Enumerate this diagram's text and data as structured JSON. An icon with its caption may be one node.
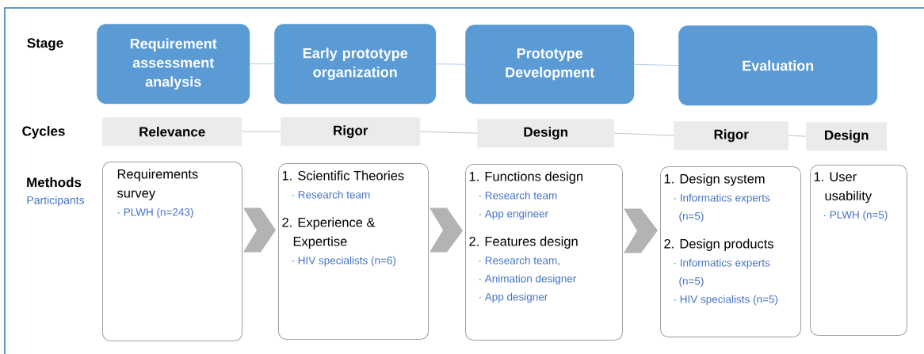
{
  "diagram": {
    "nodes": [
      {
        "text": [
          "Requirement assessment analysis"
        ]
      },
      {
        "text": [
          "Early prototype organization"
        ]
      },
      {
        "text": [
          "Prototype Development"
        ]
      },
      {
        "text": [
          "Evaluation"
        ]
      },
      {
        "text": [
          "Relevance"
        ]
      },
      {
        "text": [
          "Rigor"
        ]
      },
      {
        "text": [
          "Design"
        ]
      },
      {
        "text": [
          "Rigor"
        ]
      },
      {
        "text": [
          "Design"
        ]
      },
      {
        "text": [
          "Requirements survey",
          "· PLWH (n=243)"
        ]
      },
      {
        "text": [
          "1. Scientific Theories",
          "· Research team",
          "2. Experience & Expertise",
          "· HIV specialists (n=6)"
        ]
      },
      {
        "text": [
          "1. Functions design",
          "· Research team",
          "· App engineer",
          "2. Features design",
          "· Research team,",
          "· Animation designer",
          "· App designer"
        ]
      },
      {
        "text": [
          "1. Design system",
          "· Informatics experts (n=5)",
          "2. Design products",
          "· Informatics experts (n=5)",
          "· HIV specialists (n=5)"
        ]
      },
      {
        "text": [
          "1. User usability",
          "· PLWH (n=5)"
        ]
      }
    ],
    "edges": [
      {
        "from": 0,
        "to": 1,
        "arrow": "none",
        "color": "#9dc3e6"
      },
      {
        "from": 1,
        "to": 2,
        "arrow": "none",
        "color": "#9dc3e6"
      },
      {
        "from": 2,
        "to": 3,
        "arrow": "none",
        "color": "#9dc3e6"
      },
      {
        "from": 4,
        "to": 5,
        "arrow": "none"
      },
      {
        "from": 5,
        "to": 6,
        "arrow": "none"
      },
      {
        "from": 6,
        "to": 7,
        "arrow": "none"
      },
      {
        "from": 7,
        "to": 8,
        "arrow": "none"
      },
      {
        "from": 9,
        "to": 10,
        "arrow": "to"
      },
      {
        "from": 10,
        "to": 11,
        "arrow": "to"
      },
      {
        "from": 11,
        "to": 12,
        "arrow": "to"
      }
    ],
    "labels": [
      "Stage",
      "Cycles",
      "Methods",
      "Participants"
    ]
  }
}
